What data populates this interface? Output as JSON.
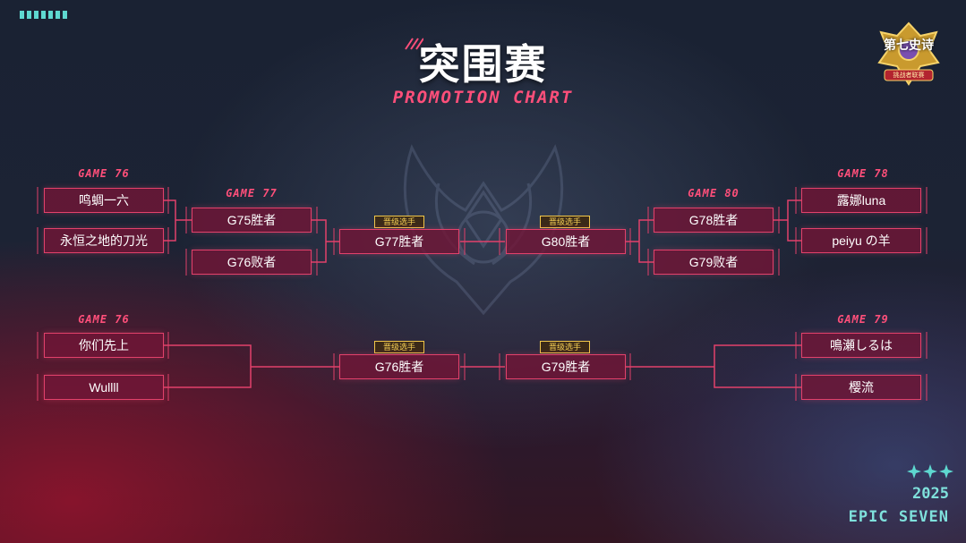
{
  "title": {
    "main": "突围赛",
    "sub": "PROMOTION CHART"
  },
  "logo": {
    "text": "第七史诗",
    "subtext": "挑战者联赛"
  },
  "footer": {
    "year": "2025",
    "brand": "EPIC SEVEN"
  },
  "badge_label": "晋级选手",
  "bracket": {
    "left_upper": {
      "label_game76": "GAME 76",
      "p1": "鸣蜩一六",
      "p2": "永恒之地的刀光",
      "label_game77": "GAME 77",
      "w75": "G75胜者",
      "l76": "G76败者",
      "result": "G77胜者"
    },
    "right_upper": {
      "label_game78": "GAME 78",
      "p1": "露娜luna",
      "p2": "peiyu の羊",
      "label_game80": "GAME 80",
      "w78": "G78胜者",
      "l79": "G79败者",
      "result": "G80胜者"
    },
    "left_lower": {
      "label_game76": "GAME 76",
      "p1": "你们先上",
      "p2": "Wullll",
      "result": "G76胜者"
    },
    "right_lower": {
      "label_game79": "GAME 79",
      "p1": "鳴瀬しるは",
      "p2": "樱流",
      "result": "G79胜者"
    }
  }
}
